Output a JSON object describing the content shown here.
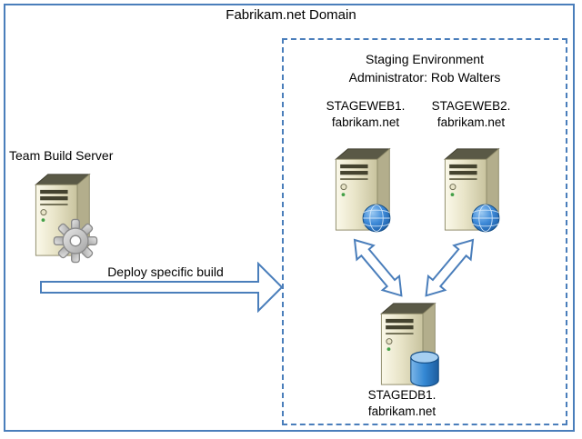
{
  "domain": {
    "title": "Fabrikam.net Domain"
  },
  "staging": {
    "title": "Staging Environment",
    "subtitle": "Administrator: Rob Walters",
    "web1": {
      "line1": "STAGEWEB1.",
      "line2": "fabrikam.net"
    },
    "web2": {
      "line1": "STAGEWEB2.",
      "line2": "fabrikam.net"
    },
    "db": {
      "line1": "STAGEDB1.",
      "line2": "fabrikam.net"
    }
  },
  "build": {
    "label": "Team Build Server"
  },
  "deploy": {
    "label": "Deploy specific build"
  },
  "icons": {
    "server": "tower-server-icon",
    "globe": "globe-icon",
    "database": "database-cylinder-icon",
    "gear": "gear-icon",
    "deploy_arrow": "block-arrow-right-icon",
    "sync_arrow": "double-headed-arrow-icon"
  },
  "colors": {
    "outline": "#4a7ebb",
    "text": "#000000",
    "server_face": "#e9e5c9",
    "globe_blue": "#3e8ad8",
    "database_blue": "#3387d3",
    "gear_gray": "#c0c0c0"
  }
}
